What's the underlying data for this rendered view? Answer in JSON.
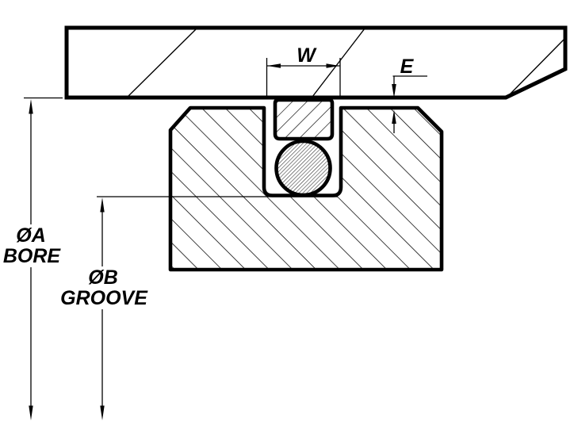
{
  "drawing": {
    "description": "seal-groove-cross-section",
    "colors": {
      "line": "#000000",
      "background": "#ffffff"
    },
    "parts": {
      "bore_housing": "hatched-bore-bar",
      "piston_block": "hatched-grooved-block",
      "cap_seal": "hatched-cap-seal",
      "o_ring": "hatched-o-ring"
    },
    "dimensions": {
      "groove_width": {
        "label": "W"
      },
      "extrusion_gap": {
        "label": "E"
      },
      "bore_diameter": {
        "symbol": "ØA",
        "name": "BORE"
      },
      "groove_diameter": {
        "symbol": "ØB",
        "name": "GROOVE"
      }
    }
  }
}
